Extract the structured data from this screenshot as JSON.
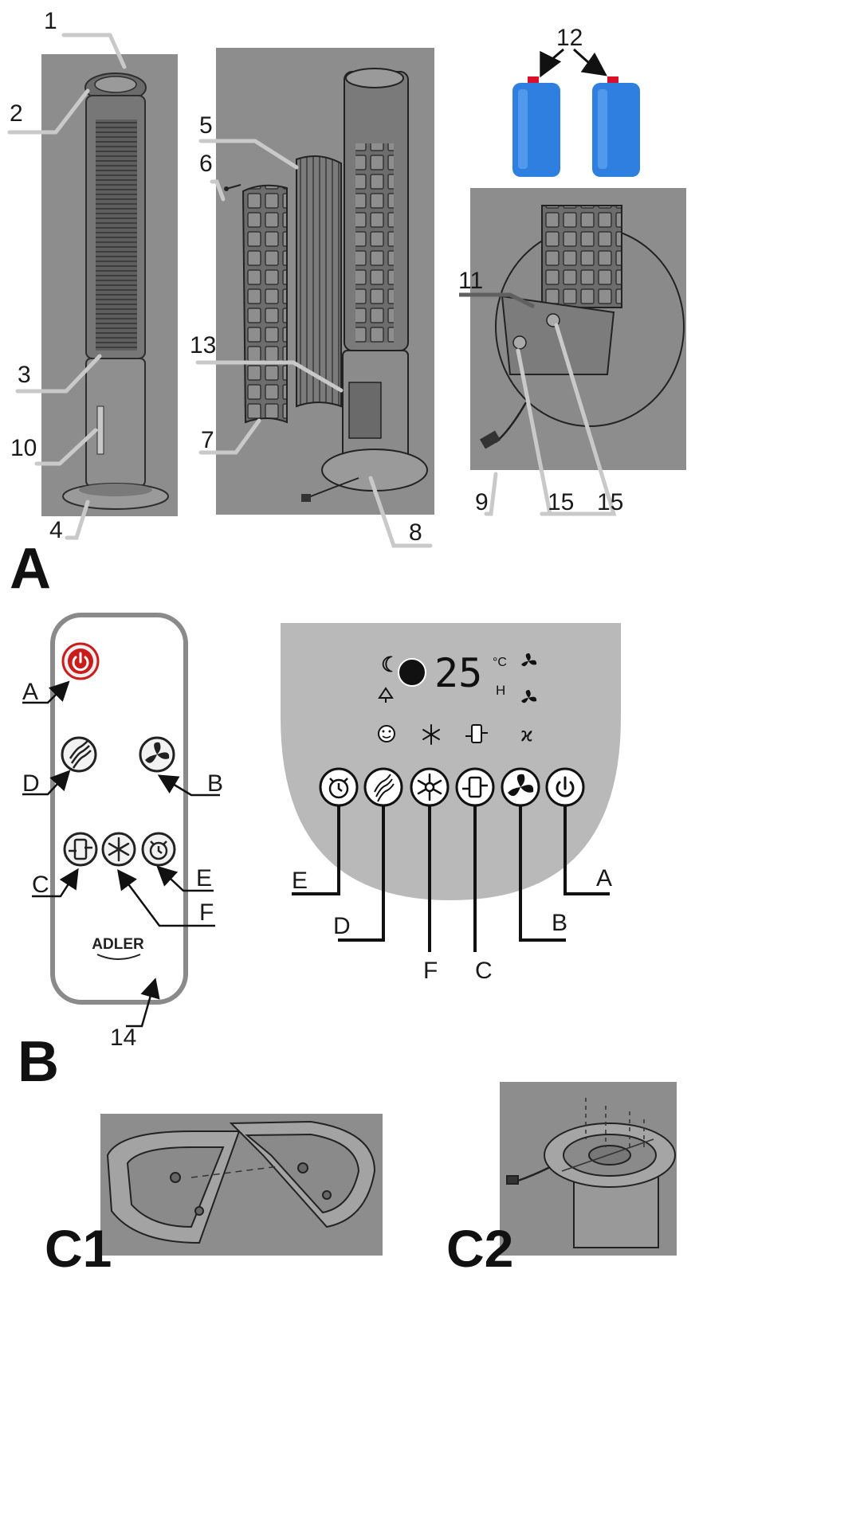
{
  "section_a": {
    "letter": "A",
    "callouts": [
      "1",
      "2",
      "3",
      "4",
      "5",
      "6",
      "7",
      "8",
      "9",
      "10",
      "11",
      "12",
      "13",
      "15",
      "15"
    ]
  },
  "section_b": {
    "letter": "B",
    "remote": {
      "brand": "ADLER",
      "callout": "14",
      "labels": [
        "A",
        "B",
        "C",
        "D",
        "E",
        "F"
      ]
    },
    "panel": {
      "display_value": "25",
      "unit_celsius": "°C",
      "unit_hours": "H",
      "labels": [
        "A",
        "B",
        "C",
        "D",
        "E",
        "F"
      ]
    }
  },
  "section_c": {
    "c1": "C1",
    "c2": "C2"
  },
  "colors": {
    "photo_bg": "#8d8d8d",
    "panel_bg": "#b9b9b9",
    "remote_border": "#8a8a8a",
    "power_red": "#cc1b1b",
    "bottle_blue": "#2f7fe0",
    "cap_red": "#d8102a",
    "callout_line": "#c9c9c9",
    "label_line": "#1a1a1a"
  }
}
